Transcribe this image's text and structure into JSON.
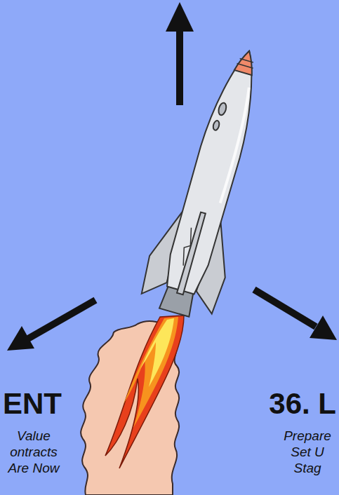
{
  "diagram": {
    "labels": [
      "ENT",
      "Value ontracts Are Now",
      "36. L",
      "Prepare Set U Stag"
    ]
  }
}
